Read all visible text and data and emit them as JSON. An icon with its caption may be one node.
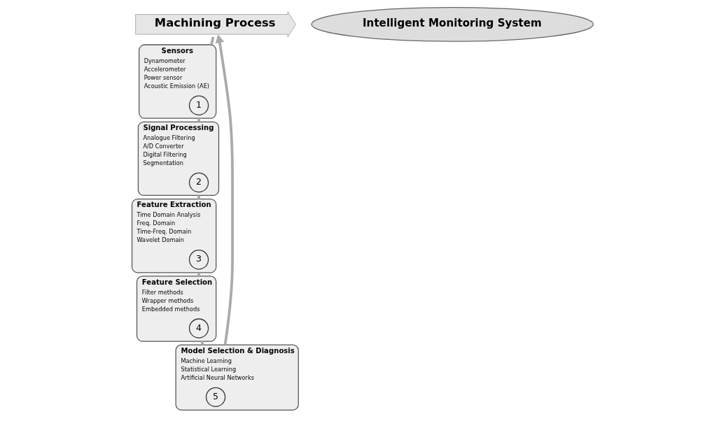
{
  "diagram": {
    "nodes": [
      {
        "text": [
          "Machining Process"
        ]
      },
      {
        "text": [
          "Sensors",
          "Dynamometer",
          "Accelerometer",
          "Power sensor",
          "Acoustic Emission (AE)"
        ]
      },
      {
        "text": [
          "1"
        ],
        "in": 1
      },
      {
        "text": [
          "Signal Processing",
          "Analogue Filtering",
          "A/D Converter",
          "Digital Filtering",
          "Segmentation"
        ]
      },
      {
        "text": [
          "2"
        ],
        "in": 3
      },
      {
        "text": [
          "Feature Extraction",
          "Time Domain Analysis",
          "Freq. Domain",
          "Time-Freq. Domain",
          "Wavelet Domain"
        ]
      },
      {
        "text": [
          "3"
        ],
        "in": 5
      },
      {
        "text": [
          "Feature Selection",
          "Filter methods",
          "Wrapper methods",
          "Embedded methods"
        ]
      },
      {
        "text": [
          "4"
        ],
        "in": 7
      },
      {
        "text": [
          "Model Selection & Diagnosis",
          "Machine Learning",
          "Statistical Learning",
          "Artificial Neural Networks"
        ]
      },
      {
        "text": [
          "5"
        ],
        "in": 9
      },
      {
        "text": [
          "Intelligent Monitoring System"
        ]
      }
    ],
    "edges": [
      {
        "from": 0,
        "to": 1,
        "arrow": "none"
      },
      {
        "from": 1,
        "to": 3,
        "arrow": "none"
      },
      {
        "from": 3,
        "to": 5,
        "arrow": "none"
      },
      {
        "from": 5,
        "to": 7,
        "arrow": "none"
      },
      {
        "from": 7,
        "to": 9,
        "arrow": "none"
      },
      {
        "from": 9,
        "to": 0,
        "arrow": "to"
      }
    ]
  }
}
